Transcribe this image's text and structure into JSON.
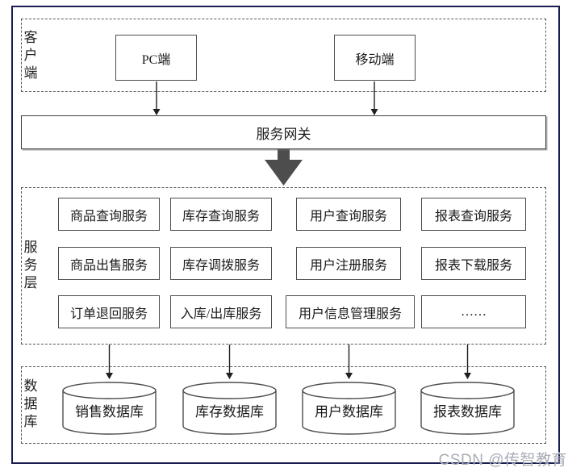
{
  "diagram": {
    "client_layer": {
      "label": "客户端",
      "nodes": [
        "PC端",
        "移动端"
      ]
    },
    "gateway": {
      "label": "服务网关"
    },
    "service_layer": {
      "label": "服务层",
      "services": [
        "商品查询服务",
        "库存查询服务",
        "用户查询服务",
        "报表查询服务",
        "商品出售服务",
        "库存调拨服务",
        "用户注册服务",
        "报表下载服务",
        "订单退回服务",
        "入库/出库服务",
        "用户信息管理服务",
        "……"
      ]
    },
    "database_layer": {
      "label": "数据库",
      "databases": [
        "销售数据库",
        "库存数据库",
        "用户数据库",
        "报表数据库"
      ]
    },
    "watermark": "CSDN @传智教育",
    "colors": {
      "frame_border": "#191c4e",
      "box_border": "#4d4d4d",
      "dashed_border": "#5a5a5a",
      "connector_line": "#1f1f1f",
      "block_arrow": "#4d4d4d",
      "watermark_text": "#a8adb5"
    }
  }
}
